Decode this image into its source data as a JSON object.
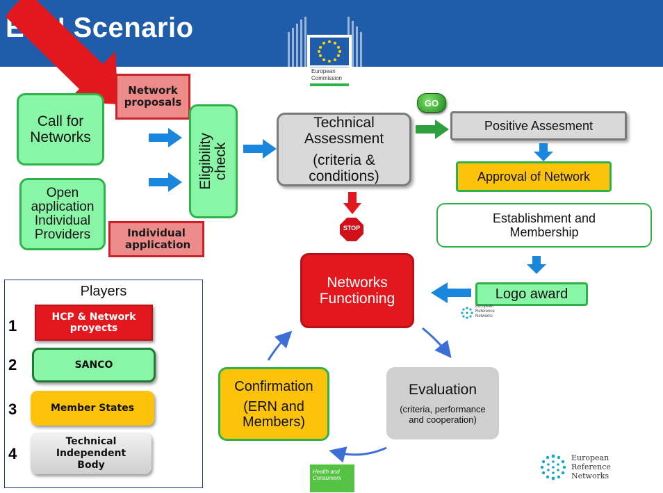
{
  "header": {
    "title": "ERN Scenario",
    "commission_label_line1": "European",
    "commission_label_line2": "Commission"
  },
  "boxes": {
    "call_for_networks": "Call for Networks",
    "open_application": "Open application Individual Providers",
    "network_proposals": "Network proposals",
    "individual_application": "Individual application",
    "eligibility_check": "Eligibility check",
    "technical_assessment_1": "Technical Assessment",
    "technical_assessment_2": "(criteria & conditions)",
    "positive_assessment": "Positive Assesment",
    "approval_of_network": "Approval of Network",
    "establishment_membership": "Establishment and Membership",
    "logo_award": "Logo award",
    "networks_functioning": "Networks Functioning",
    "evaluation_title": "Evaluation",
    "evaluation_sub": "(criteria, performance and cooperation)",
    "confirmation_title": "Confirmation",
    "confirmation_sub": "(ERN and Members)"
  },
  "badges": {
    "go": "GO",
    "stop": "STOP"
  },
  "players": {
    "title": "Players",
    "items": [
      {
        "number": "1",
        "label": "HCP & Network proyects",
        "color": "#e3181f"
      },
      {
        "number": "2",
        "label": "SANCO",
        "color": "#89f5a6"
      },
      {
        "number": "3",
        "label": "Member States",
        "color": "#fcc30a"
      },
      {
        "number": "4",
        "label": "Technical Independent Body",
        "color": "#d9d9d9"
      }
    ]
  },
  "logos": {
    "ern_small": "European Reference Networks",
    "ern_line1": "European",
    "ern_line2": "Reference",
    "ern_line3": "Networks",
    "health_line1": "Health and",
    "health_line2": "Consumers"
  },
  "colors": {
    "header_blue": "#1f5ca9",
    "arrow_blue": "#1a86dc",
    "arrow_green": "#2d9f3c",
    "big_red_arrow": "#e3181f",
    "sanco_green": "#89f5a6",
    "member_yellow": "#fcc30a",
    "hcp_red": "#e3181f",
    "tech_grey": "#d9d9d9"
  }
}
